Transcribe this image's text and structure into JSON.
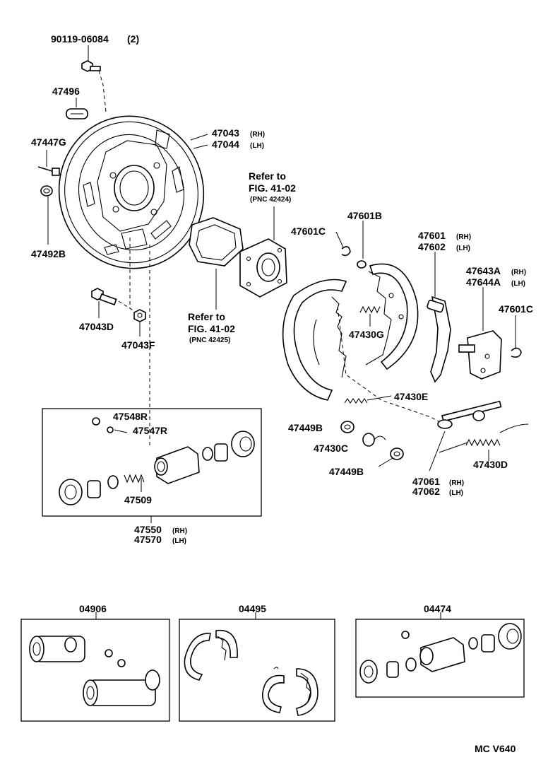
{
  "labels": {
    "bolt_90119": "90119-06084",
    "bolt_90119_qty": "(2)",
    "plug_47496": "47496",
    "bleeder_47447g": "47447G",
    "cap_47492b": "47492B",
    "plate_rh": "47043",
    "plate_rh_side": "(RH)",
    "plate_lh": "47044",
    "plate_lh_side": "(LH)",
    "bolt_47043d": "47043D",
    "nut_47043f": "47043F",
    "boot_47548r": "47548R",
    "bleeder_47547r": "47547R",
    "spring_47509": "47509",
    "cyl_rh": "47550",
    "cyl_rh_side": "(RH)",
    "cyl_lh": "47570",
    "cyl_lh_side": "(LH)",
    "ref_top_line1": "Refer  to",
    "ref_top_line2": "FIG. 41-02",
    "ref_top_line3": "(PNC  42424)",
    "ref_mid_line1": "Refer  to",
    "ref_mid_line2": "FIG. 41-02",
    "ref_mid_line3": "(PNC  42425)",
    "clip_47601c_a": "47601C",
    "washer_47601b": "47601B",
    "lever_rh": "47601",
    "lever_rh_side": "(RH)",
    "lever_lh": "47602",
    "lever_lh_side": "(LH)",
    "strut_rh": "47643A",
    "strut_rh_side": "(RH)",
    "strut_lh": "47644A",
    "strut_lh_side": "(LH)",
    "clip_47601c_b": "47601C",
    "spring_47430g": "47430G",
    "spring_47430e": "47430E",
    "cup_47449b_a": "47449B",
    "spring_47430c": "47430C",
    "cup_47449b_b": "47449B",
    "adjuster_rh": "47061",
    "adjuster_rh_side": "(RH)",
    "adjuster_lh": "47062",
    "adjuster_lh_side": "(LH)",
    "spring_47430d": "47430D",
    "kit_04906": "04906",
    "kit_04495": "04495",
    "kit_04474": "04474",
    "footer_code": "MC  V640"
  }
}
